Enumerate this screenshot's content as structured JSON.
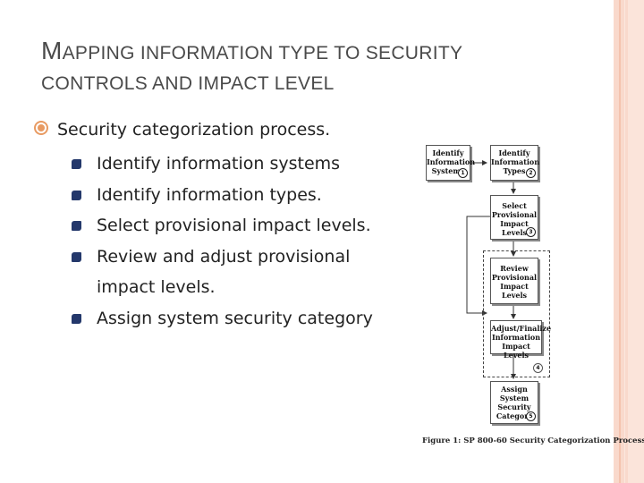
{
  "slide": {
    "title_line1_cap": "M",
    "title_line1_rest": "APPING INFORMATION TYPE TO SECURITY",
    "title_line2": "CONTROLS AND IMPACT LEVEL",
    "main_bullet": "Security categorization process.",
    "sub_bullets": [
      "Identify information systems",
      "Identify information types.",
      "Select provisional impact levels.",
      "Review and adjust provisional impact levels.",
      "Assign system security category"
    ]
  },
  "figure": {
    "caption": "Figure 1: SP 800-60 Security Categorization Process",
    "nodes": [
      {
        "label": "Identify Information Systems",
        "num": "1"
      },
      {
        "label": "Identify Information Types",
        "num": "2"
      },
      {
        "label": "Select Provisional Impact Levels",
        "num": "3"
      },
      {
        "label": "Review Provisional Impact Levels",
        "num": ""
      },
      {
        "label": "Adjust/Finalize Information Impact Levels",
        "num": ""
      },
      {
        "label": "Assign System Security Category",
        "num": "5"
      }
    ],
    "group_num": "4"
  }
}
